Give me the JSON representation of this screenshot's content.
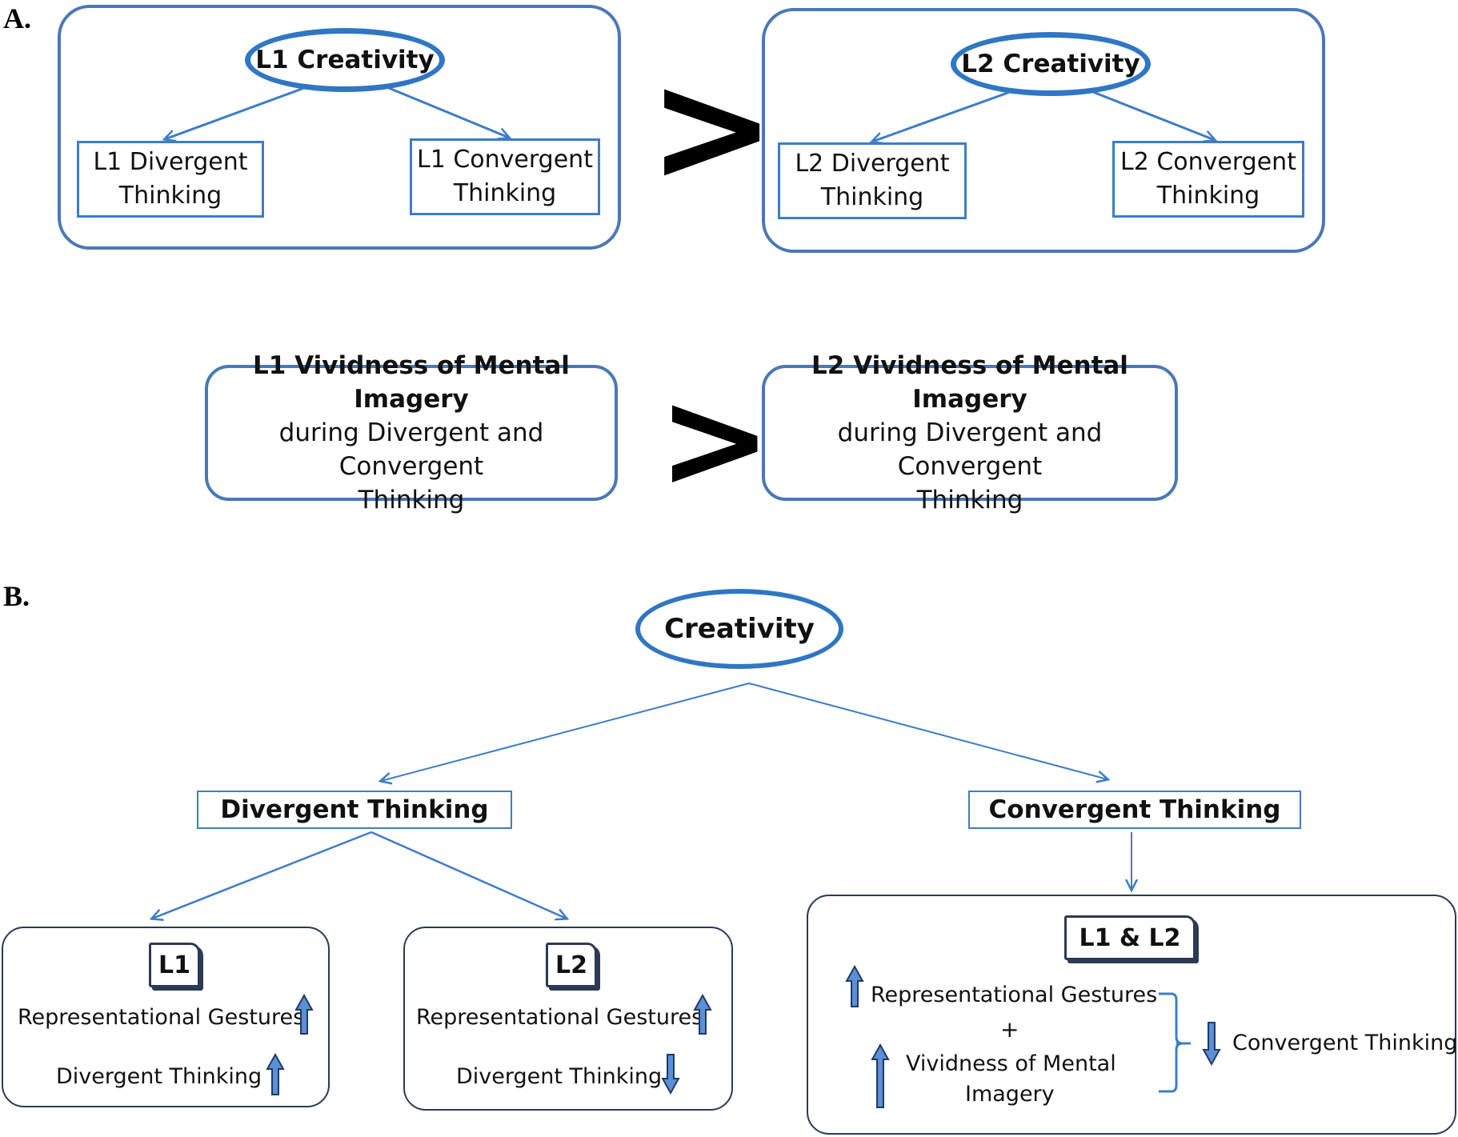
{
  "panel_a": {
    "label": "A.",
    "l1_group": {
      "root": "L1 Creativity",
      "left_child": [
        "L1 Divergent",
        "Thinking"
      ],
      "right_child": [
        "L1 Convergent",
        "Thinking"
      ]
    },
    "l2_group": {
      "root": "L2 Creativity",
      "left_child": [
        "L2 Divergent",
        "Thinking"
      ],
      "right_child": [
        "L2 Convergent",
        "Thinking"
      ]
    },
    "comparison_symbol": ">",
    "l1_imagery": {
      "title": "L1 Vividness of Mental Imagery",
      "line2": "during Divergent and Convergent",
      "line3": "Thinking"
    },
    "l2_imagery": {
      "title": "L2 Vividness of Mental Imagery",
      "line2": "during Divergent and Convergent",
      "line3": "Thinking"
    }
  },
  "panel_b": {
    "label": "B.",
    "root": "Creativity",
    "divergent": "Divergent Thinking",
    "convergent": "Convergent Thinking",
    "l1_box": {
      "tag": "L1",
      "row1": {
        "text": "Representational Gestures",
        "arrow": "up"
      },
      "row2": {
        "text": "Divergent Thinking",
        "arrow": "up"
      }
    },
    "l2_box": {
      "tag": "L2",
      "row1": {
        "text": "Representational Gestures",
        "arrow": "up"
      },
      "row2": {
        "text": "Divergent Thinking",
        "arrow": "down"
      }
    },
    "both_box": {
      "tag": "L1 & L2",
      "gestures": "Representational Gestures",
      "plus": "+",
      "imagery": [
        "Vividness of Mental",
        "Imagery"
      ],
      "result": "Convergent Thinking"
    }
  },
  "colors": {
    "box_border": "#4a78b6",
    "ellipse_border": "#2f76c4",
    "connector": "#3d7cc9",
    "dark_border": "#2b3a55",
    "arrow_fill": "#5b8fd6"
  },
  "icons": [
    "up-arrow-icon",
    "down-arrow-icon",
    "greater-than-icon",
    "bracket-icon"
  ]
}
